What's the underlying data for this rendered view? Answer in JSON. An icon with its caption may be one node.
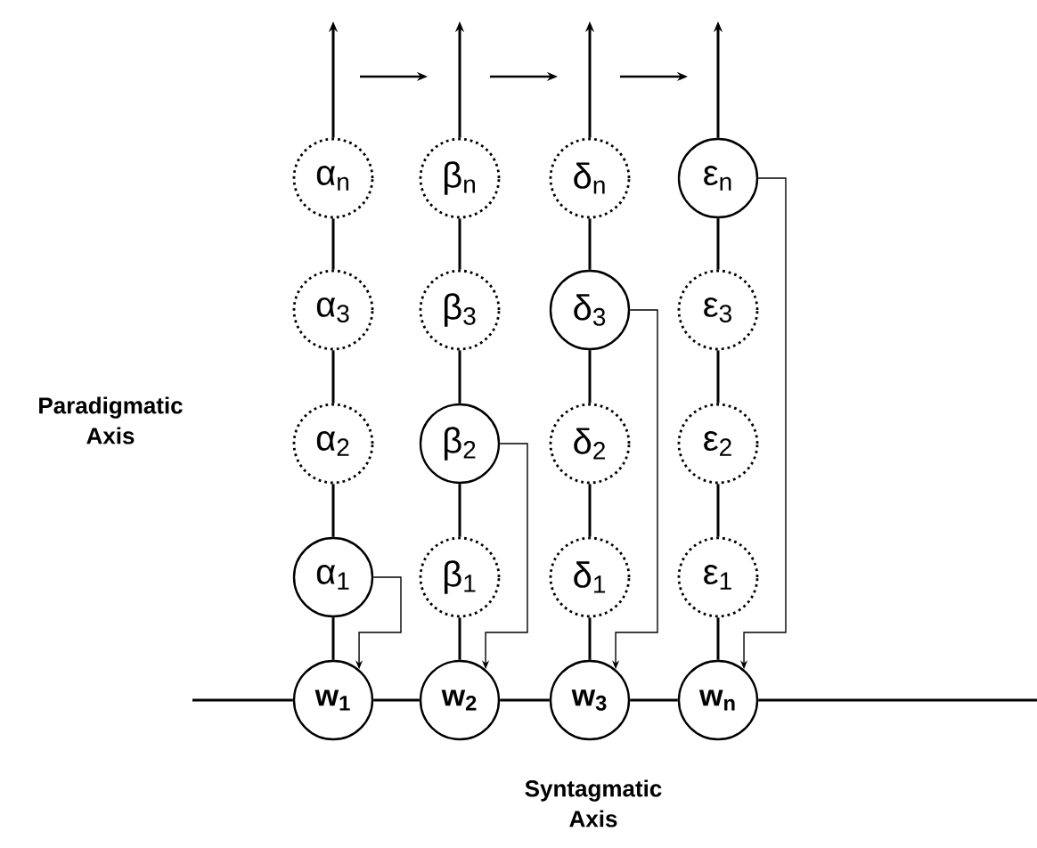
{
  "diagram": {
    "nodes": [
      {
        "text": [
          "α$_{n}$"
        ]
      },
      {
        "text": [
          "β$_{n}$"
        ]
      },
      {
        "text": [
          "δ$_{n}$"
        ]
      },
      {
        "text": [
          "ε$_{n}$"
        ]
      },
      {
        "text": [
          "α$_{3}$"
        ]
      },
      {
        "text": [
          "β$_{3}$"
        ]
      },
      {
        "text": [
          "δ$_{3}$"
        ]
      },
      {
        "text": [
          "ε$_{3}$"
        ]
      },
      {
        "text": [
          "α$_{2}$"
        ]
      },
      {
        "text": [
          "β$_{2}$"
        ]
      },
      {
        "text": [
          "δ$_{2}$"
        ]
      },
      {
        "text": [
          "ε$_{2}$"
        ]
      },
      {
        "text": [
          "α$_{1}$"
        ]
      },
      {
        "text": [
          "β$_{1}$"
        ]
      },
      {
        "text": [
          "δ$_{1}$"
        ]
      },
      {
        "text": [
          "ε$_{1}$"
        ]
      },
      {
        "text": [
          "w$_{1}$"
        ]
      },
      {
        "text": [
          "w$_{2}$"
        ]
      },
      {
        "text": [
          "w$_{3}$"
        ]
      },
      {
        "text": [
          "w$_{n}$"
        ]
      }
    ],
    "edges": [
      {
        "from": 0,
        "to": null,
        "arrow": "to"
      },
      {
        "from": 1,
        "to": null,
        "arrow": "to"
      },
      {
        "from": 2,
        "to": null,
        "arrow": "to"
      },
      {
        "from": 3,
        "to": null,
        "arrow": "to"
      },
      {
        "from": 0,
        "to": 4,
        "arrow": "none"
      },
      {
        "from": 1,
        "to": 5,
        "arrow": "none"
      },
      {
        "from": 2,
        "to": 6,
        "arrow": "none"
      },
      {
        "from": 3,
        "to": 7,
        "arrow": "none"
      },
      {
        "from": 4,
        "to": 8,
        "arrow": "none"
      },
      {
        "from": 5,
        "to": 9,
        "arrow": "none"
      },
      {
        "from": 6,
        "to": 10,
        "arrow": "none"
      },
      {
        "from": 7,
        "to": 11,
        "arrow": "none"
      },
      {
        "from": 8,
        "to": 12,
        "arrow": "none"
      },
      {
        "from": 9,
        "to": 13,
        "arrow": "none"
      },
      {
        "from": 10,
        "to": 14,
        "arrow": "none"
      },
      {
        "from": 11,
        "to": 15,
        "arrow": "none"
      },
      {
        "from": 12,
        "to": 16,
        "arrow": "none"
      },
      {
        "from": 13,
        "to": 17,
        "arrow": "none"
      },
      {
        "from": 14,
        "to": 18,
        "arrow": "none"
      },
      {
        "from": 15,
        "to": 19,
        "arrow": "none"
      },
      {
        "from": 12,
        "to": 16,
        "arrow": "to"
      },
      {
        "from": 9,
        "to": 17,
        "arrow": "to"
      },
      {
        "from": 6,
        "to": 18,
        "arrow": "to"
      },
      {
        "from": 3,
        "to": 19,
        "arrow": "to"
      },
      {
        "from": null,
        "to": 16,
        "arrow": "none"
      },
      {
        "from": 16,
        "to": 17,
        "arrow": "none"
      },
      {
        "from": 17,
        "to": 18,
        "arrow": "none"
      },
      {
        "from": 18,
        "to": 19,
        "arrow": "none"
      },
      {
        "from": 19,
        "to": null,
        "arrow": "none"
      }
    ],
    "labels": [
      "Paradigmatic Axis",
      "Syntagmatic Axis"
    ]
  }
}
